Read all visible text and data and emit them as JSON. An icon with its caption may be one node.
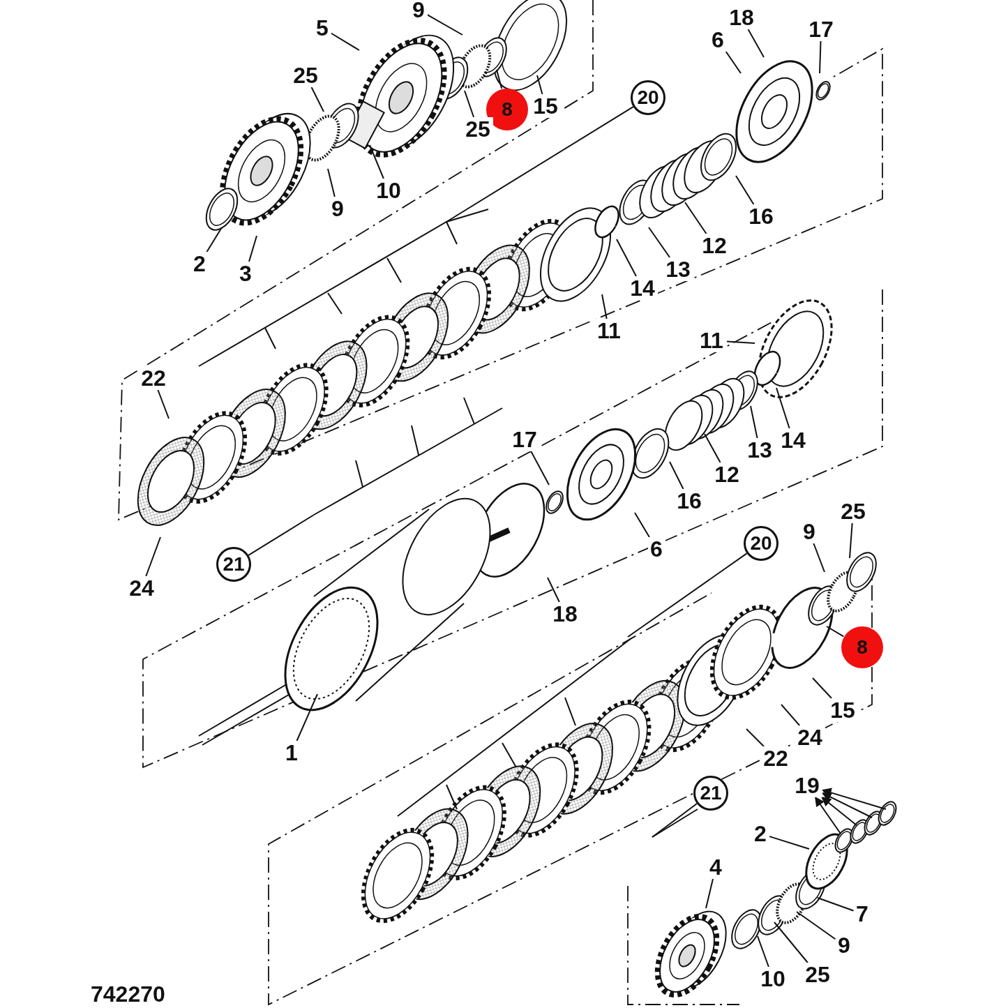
{
  "diagram": {
    "nodes": [
      {
        "text": [
          "9"
        ]
      },
      {
        "text": [
          "5"
        ]
      },
      {
        "text": [
          "25"
        ]
      },
      {
        "text": [
          "8"
        ]
      },
      {
        "text": [
          "15"
        ]
      },
      {
        "text": [
          "25"
        ]
      },
      {
        "text": [
          "20"
        ]
      },
      {
        "text": [
          "10"
        ]
      },
      {
        "text": [
          "9"
        ]
      },
      {
        "text": [
          "2"
        ]
      },
      {
        "text": [
          "3"
        ]
      },
      {
        "text": [
          "18"
        ]
      },
      {
        "text": [
          "17"
        ]
      },
      {
        "text": [
          "6"
        ]
      },
      {
        "text": [
          "16"
        ]
      },
      {
        "text": [
          "12"
        ]
      },
      {
        "text": [
          "13"
        ]
      },
      {
        "text": [
          "14"
        ]
      },
      {
        "text": [
          "11"
        ]
      },
      {
        "text": [
          "22"
        ]
      },
      {
        "text": [
          "24"
        ]
      },
      {
        "text": [
          "21"
        ]
      },
      {
        "text": [
          "11"
        ]
      },
      {
        "text": [
          "14"
        ]
      },
      {
        "text": [
          "13"
        ]
      },
      {
        "text": [
          "12"
        ]
      },
      {
        "text": [
          "16"
        ]
      },
      {
        "text": [
          "17"
        ]
      },
      {
        "text": [
          "6"
        ]
      },
      {
        "text": [
          "18"
        ]
      },
      {
        "text": [
          "20"
        ]
      },
      {
        "text": [
          "25"
        ]
      },
      {
        "text": [
          "9"
        ]
      },
      {
        "text": [
          "8"
        ]
      },
      {
        "text": [
          "15"
        ]
      },
      {
        "text": [
          "24"
        ]
      },
      {
        "text": [
          "22"
        ]
      },
      {
        "text": [
          "1"
        ]
      },
      {
        "text": [
          "21"
        ]
      },
      {
        "text": [
          "19"
        ]
      },
      {
        "text": [
          "2"
        ]
      },
      {
        "text": [
          "4"
        ]
      },
      {
        "text": [
          "7"
        ]
      },
      {
        "text": [
          "9"
        ]
      },
      {
        "text": [
          "25"
        ]
      },
      {
        "text": [
          "10"
        ]
      }
    ],
    "edges": [
      {
        "from": 0,
        "to": null,
        "arrow": "none"
      },
      {
        "from": 1,
        "to": null,
        "arrow": "none"
      },
      {
        "from": 2,
        "to": null,
        "arrow": "none"
      },
      {
        "from": 3,
        "to": null,
        "arrow": "none"
      },
      {
        "from": 4,
        "to": null,
        "arrow": "none"
      },
      {
        "from": 5,
        "to": null,
        "arrow": "none"
      },
      {
        "from": 6,
        "to": null,
        "arrow": "none"
      },
      {
        "from": 7,
        "to": null,
        "arrow": "none"
      },
      {
        "from": 8,
        "to": null,
        "arrow": "none"
      },
      {
        "from": 9,
        "to": null,
        "arrow": "none"
      },
      {
        "from": 10,
        "to": null,
        "arrow": "none"
      },
      {
        "from": 11,
        "to": null,
        "arrow": "none"
      },
      {
        "from": 12,
        "to": null,
        "arrow": "none"
      },
      {
        "from": 13,
        "to": null,
        "arrow": "none"
      },
      {
        "from": 14,
        "to": null,
        "arrow": "none"
      },
      {
        "from": 15,
        "to": null,
        "arrow": "none"
      },
      {
        "from": 16,
        "to": null,
        "arrow": "none"
      },
      {
        "from": 17,
        "to": null,
        "arrow": "none"
      },
      {
        "from": 18,
        "to": null,
        "arrow": "none"
      },
      {
        "from": 19,
        "to": null,
        "arrow": "none"
      },
      {
        "from": 20,
        "to": null,
        "arrow": "none"
      },
      {
        "from": 21,
        "to": null,
        "arrow": "none"
      },
      {
        "from": 22,
        "to": null,
        "arrow": "none"
      },
      {
        "from": 23,
        "to": null,
        "arrow": "none"
      },
      {
        "from": 24,
        "to": null,
        "arrow": "none"
      },
      {
        "from": 25,
        "to": null,
        "arrow": "none"
      },
      {
        "from": 26,
        "to": null,
        "arrow": "none"
      },
      {
        "from": 27,
        "to": null,
        "arrow": "none"
      },
      {
        "from": 28,
        "to": null,
        "arrow": "none"
      },
      {
        "from": 29,
        "to": null,
        "arrow": "none"
      },
      {
        "from": 30,
        "to": null,
        "arrow": "none"
      },
      {
        "from": 31,
        "to": null,
        "arrow": "none"
      },
      {
        "from": 32,
        "to": null,
        "arrow": "none"
      },
      {
        "from": 33,
        "to": null,
        "arrow": "none"
      },
      {
        "from": 34,
        "to": null,
        "arrow": "none"
      },
      {
        "from": 35,
        "to": null,
        "arrow": "none"
      },
      {
        "from": 36,
        "to": null,
        "arrow": "none"
      },
      {
        "from": 37,
        "to": null,
        "arrow": "none"
      },
      {
        "from": 38,
        "to": null,
        "arrow": "none"
      },
      {
        "from": null,
        "to": 39,
        "arrow": "to"
      },
      {
        "from": null,
        "to": 39,
        "arrow": "to"
      },
      {
        "from": null,
        "to": 39,
        "arrow": "to"
      },
      {
        "from": null,
        "to": 39,
        "arrow": "to"
      },
      {
        "from": 40,
        "to": null,
        "arrow": "none"
      },
      {
        "from": 41,
        "to": null,
        "arrow": "none"
      },
      {
        "from": 42,
        "to": null,
        "arrow": "none"
      },
      {
        "from": 43,
        "to": null,
        "arrow": "none"
      },
      {
        "from": 44,
        "to": null,
        "arrow": "none"
      },
      {
        "from": 45,
        "to": null,
        "arrow": "none"
      }
    ],
    "labels": [
      "742270"
    ]
  }
}
